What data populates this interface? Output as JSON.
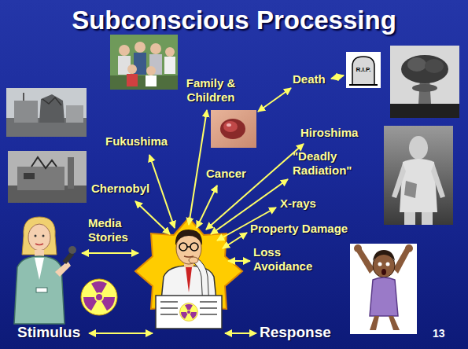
{
  "diagram": {
    "title": "Subconscious Processing",
    "labels": [
      "Fukushima",
      "Family & Children",
      "Death",
      "Chernobyl",
      "Cancer",
      "Hiroshima",
      "\"Deadly Radiation\"",
      "X-rays",
      "Media Stories",
      "Property Damage",
      "Loss Avoidance",
      "Stimulus",
      "Response",
      "13",
      "R.I.P."
    ]
  }
}
